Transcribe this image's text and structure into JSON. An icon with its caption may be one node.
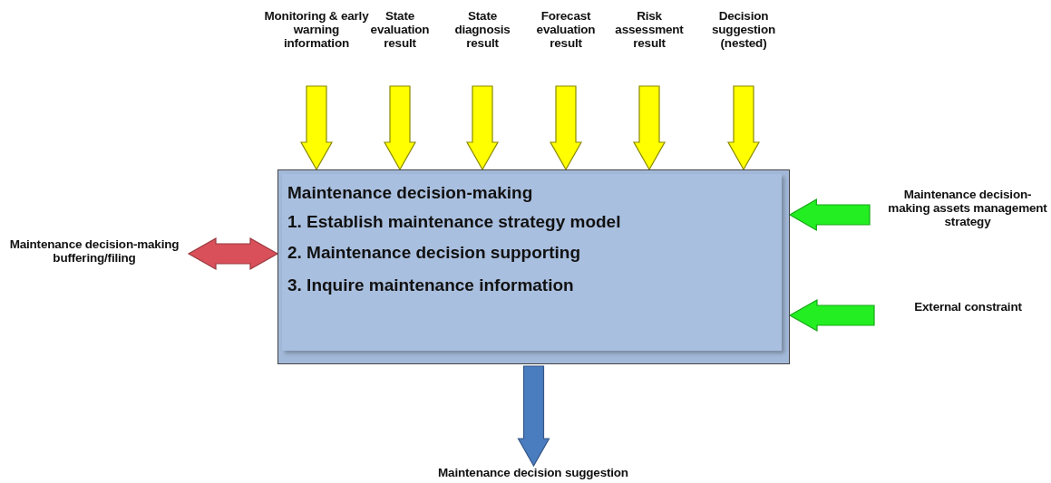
{
  "diagram": {
    "nodes": [
      {
        "text": [
          "Maintenance decision-making",
          "1. Establish maintenance strategy model",
          "2. Maintenance decision supporting",
          "3. Inquire maintenance information"
        ]
      },
      {
        "text": [
          "Monitoring & early warning information"
        ]
      },
      {
        "text": [
          "State evaluation result"
        ]
      },
      {
        "text": [
          "State diagnosis result"
        ]
      },
      {
        "text": [
          "Forecast evaluation result"
        ]
      },
      {
        "text": [
          "Risk assessment result"
        ]
      },
      {
        "text": [
          "Decision suggestion (nested)"
        ]
      },
      {
        "text": [
          "Maintenance decision-making assets management strategy"
        ]
      },
      {
        "text": [
          "External constraint"
        ]
      },
      {
        "text": [
          "Maintenance decision-making buffering/filing"
        ]
      },
      {
        "text": [
          "Maintenance decision suggestion"
        ]
      }
    ],
    "edges": [
      {
        "from": 1,
        "to": 0,
        "arrow": "to",
        "style": "thick"
      },
      {
        "from": 2,
        "to": 0,
        "arrow": "to",
        "style": "thick"
      },
      {
        "from": 3,
        "to": 0,
        "arrow": "to",
        "style": "thick"
      },
      {
        "from": 4,
        "to": 0,
        "arrow": "to",
        "style": "thick"
      },
      {
        "from": 5,
        "to": 0,
        "arrow": "to",
        "style": "thick"
      },
      {
        "from": 6,
        "to": 0,
        "arrow": "to",
        "style": "thick"
      },
      {
        "from": 7,
        "to": 0,
        "arrow": "to",
        "style": "thick",
        "color": "#22ee22"
      },
      {
        "from": 8,
        "to": 0,
        "arrow": "to",
        "style": "thick",
        "color": "#22ee22"
      },
      {
        "from": 9,
        "to": 0,
        "arrow": "both",
        "style": "thick",
        "color": "#d9505a"
      },
      {
        "from": 0,
        "to": 10,
        "arrow": "to",
        "style": "thick",
        "color": "#4a7cc0"
      }
    ]
  }
}
